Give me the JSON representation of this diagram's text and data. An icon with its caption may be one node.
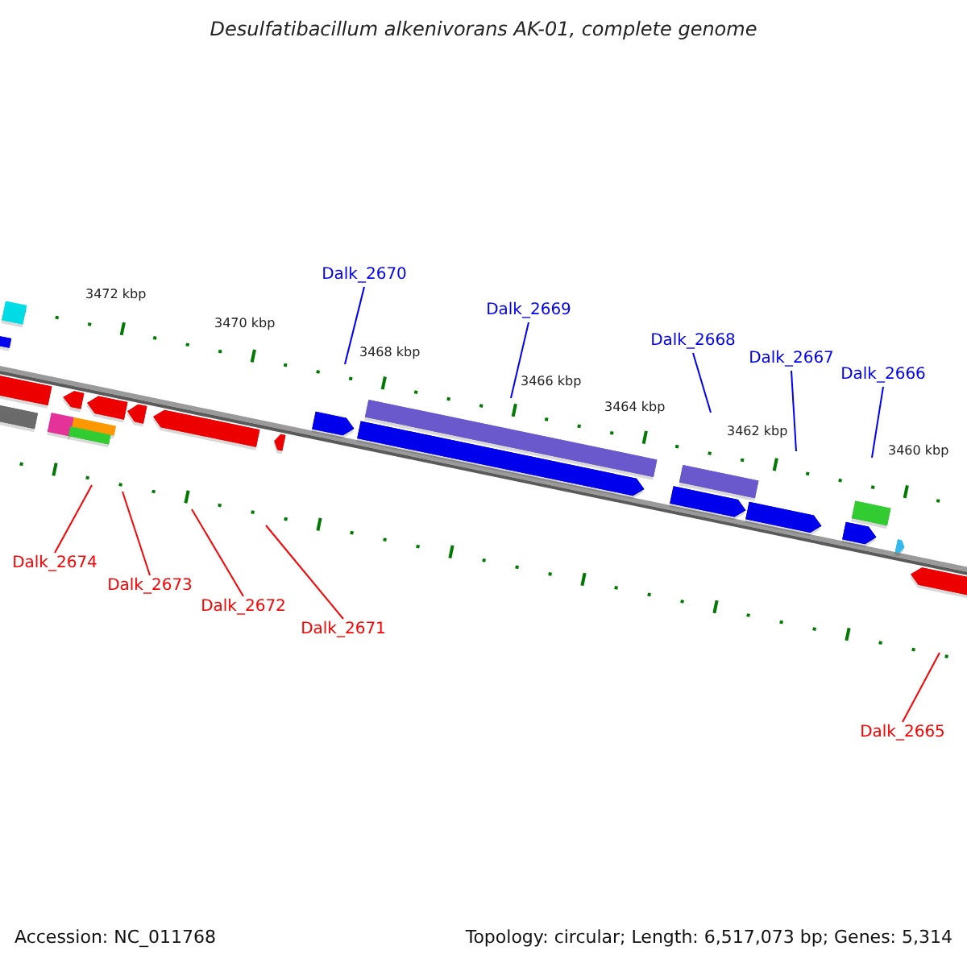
{
  "diagram": {
    "title": "Desulfatibacillum alkenivorans AK-01, complete genome",
    "nodes": [
      {
        "text": [
          "Dalk_2670"
        ]
      },
      {
        "text": [
          "Dalk_2669"
        ]
      },
      {
        "text": [
          "Dalk_2668"
        ]
      },
      {
        "text": [
          "Dalk_2667"
        ]
      },
      {
        "text": [
          "Dalk_2666"
        ]
      },
      {
        "text": [
          "Dalk_2674"
        ]
      },
      {
        "text": [
          "Dalk_2673"
        ]
      },
      {
        "text": [
          "Dalk_2672"
        ]
      },
      {
        "text": [
          "Dalk_2671"
        ]
      },
      {
        "text": [
          "Dalk_2665"
        ]
      }
    ],
    "edges": [
      {
        "from": 0,
        "to": null,
        "arrow": "none",
        "color": "#0000ff"
      },
      {
        "from": 1,
        "to": null,
        "arrow": "none",
        "color": "#0000ff"
      },
      {
        "from": 2,
        "to": null,
        "arrow": "none",
        "color": "#0000ff"
      },
      {
        "from": 3,
        "to": null,
        "arrow": "none",
        "color": "#0000ff"
      },
      {
        "from": 4,
        "to": null,
        "arrow": "none",
        "color": "#0000ff"
      },
      {
        "from": 5,
        "to": null,
        "arrow": "none",
        "color": "#ff0000"
      },
      {
        "from": 6,
        "to": null,
        "arrow": "none",
        "color": "#ff0000"
      },
      {
        "from": 7,
        "to": null,
        "arrow": "none",
        "color": "#ff0000"
      },
      {
        "from": 8,
        "to": null,
        "arrow": "none",
        "color": "#ff0000"
      },
      {
        "from": 9,
        "to": null,
        "arrow": "none",
        "color": "#ff0000"
      }
    ],
    "labels": [
      "3472 kbp",
      "3470 kbp",
      "3468 kbp",
      "3466 kbp",
      "3464 kbp",
      "3462 kbp",
      "3460 kbp",
      "Accession: NC_011768",
      "Topology: circular; Length: 6,517,073 bp; Genes: 5,314"
    ]
  }
}
